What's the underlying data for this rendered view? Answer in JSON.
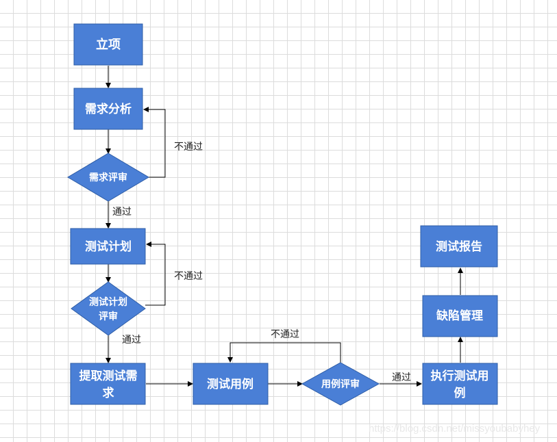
{
  "colors": {
    "node_fill": "#4a7fd6",
    "node_stroke": "#2e5da6",
    "edge": "#000000",
    "text": "#ffffff"
  },
  "nodes": {
    "lixiang": "立项",
    "xuqiu_fenxi": "需求分析",
    "xuqiu_pingshen": "需求评审",
    "ceshi_jihua": "测试计划",
    "ceshi_jihua_pingshen_1": "测试计划",
    "ceshi_jihua_pingshen_2": "评审",
    "tiqu_xuqiu_1": "提取测试需",
    "tiqu_xuqiu_2": "求",
    "ceshi_yongli": "测试用例",
    "yongli_pingshen": "用例评审",
    "zhixing_1": "执行测试用",
    "zhixing_2": "例",
    "quexian_guanli": "缺陷管理",
    "ceshi_baogao": "测试报告"
  },
  "edge_labels": {
    "reject_req": "不通过",
    "pass_req": "通过",
    "reject_plan": "不通过",
    "pass_plan": "通过",
    "reject_case": "不通过",
    "pass_case": "通过"
  },
  "watermark": "https://blog.csdn.net/missyoubabyhey"
}
